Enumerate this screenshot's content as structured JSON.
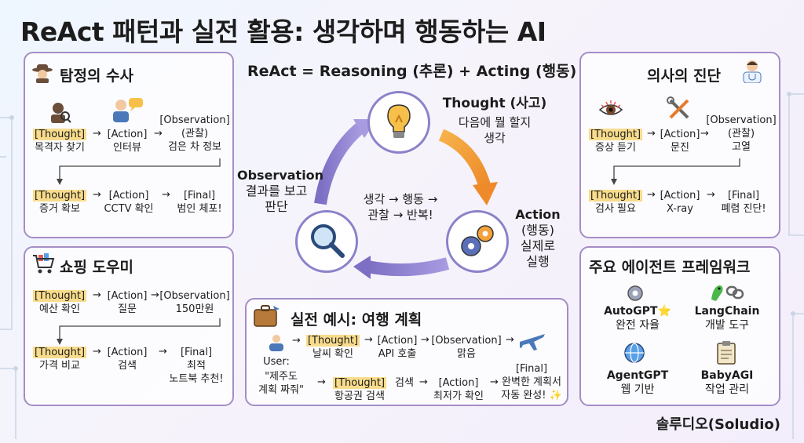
{
  "title": "ReAct 패턴과 실전 활용: 생각하며 행동하는 AI",
  "formula": "ReAct = Reasoning (추론) + Acting (행동)",
  "brand": "솔루디오(Soludio)",
  "arrow": "→",
  "detective": {
    "title": "탐정의 수사",
    "r1": [
      {
        "tag": "[Thought]",
        "text": "목격자 찾기"
      },
      {
        "tag": "[Action]",
        "text": "인터뷰"
      },
      {
        "tag": "[Observation]",
        "tag2": "(관찰)",
        "text": "검은 차 정보"
      }
    ],
    "r2": [
      {
        "tag": "[Thought]",
        "text": "증거 확보"
      },
      {
        "tag": "[Action]",
        "text": "CCTV 확인"
      },
      {
        "tag": "[Final]",
        "text": "범인 체포!"
      }
    ]
  },
  "shopping": {
    "title": "쇼핑 도우미",
    "r1": [
      {
        "tag": "[Thought]",
        "text": "예산 확인"
      },
      {
        "tag": "[Action]",
        "text": "질문"
      },
      {
        "tag": "[Observation]",
        "text": "150만원"
      }
    ],
    "r2": [
      {
        "tag": "[Thought]",
        "text": "가격 비교"
      },
      {
        "tag": "[Action]",
        "text": "검색"
      },
      {
        "tag": "[Final]",
        "text": "최적",
        "text2": "노트북 추천!"
      }
    ]
  },
  "doctor": {
    "title": "의사의 진단",
    "r1": [
      {
        "tag": "[Thought]",
        "text": "증상 듣기"
      },
      {
        "tag": "[Action]",
        "text": "문진"
      },
      {
        "tag": "[Observation]",
        "tag2": "(관찰)",
        "text": "고열"
      }
    ],
    "r2": [
      {
        "tag": "[Thought]",
        "text": "검사 필요"
      },
      {
        "tag": "[Action]",
        "text": "X-ray"
      },
      {
        "tag": "[Final]",
        "text": "폐렴 진단!"
      }
    ]
  },
  "cycle": {
    "thought": [
      "Thought (사고)",
      "다음에 뭘 할지",
      "생각"
    ],
    "action": [
      "Action",
      "(행동)",
      "실제로",
      "실행"
    ],
    "observation": [
      "Observation",
      "결과를 보고",
      "판단"
    ],
    "center": [
      "생각 → 행동 →",
      "관찰 → 반복!"
    ]
  },
  "travel": {
    "title": "실전 예시: 여행 계획",
    "user_label": "User:",
    "user_quote": [
      "\"제주도",
      "계획 짜줘\""
    ],
    "r1": [
      {
        "tag": "[Thought]",
        "text": "날씨 확인"
      },
      {
        "tag": "[Action]",
        "text": "API 호출"
      },
      {
        "tag": "[Observation]",
        "text": "맑음"
      }
    ],
    "r2": [
      {
        "tag": "[Thought]",
        "text": "항공권 검색"
      },
      {
        "tag": "[Action]",
        "text": "최저가 확인"
      },
      {
        "tag": "[Final]",
        "text": "완벽한 계획서",
        "text2": "자동 완성! ✨"
      }
    ],
    "r2_between": "검색"
  },
  "frameworks": {
    "title": "주요 에이전트 프레임워크",
    "items": [
      {
        "name": "AutoGPT⭐",
        "desc": "완전 자율"
      },
      {
        "name": "LangChain",
        "desc": "개발 도구"
      },
      {
        "name": "AgentGPT",
        "desc": "웹 기반"
      },
      {
        "name": "BabyAGI",
        "desc": "작업 관리"
      }
    ]
  },
  "colors": {
    "highlight": "#f8dc8c",
    "panel_border": "#a48dc6",
    "orange": "#f3a13a",
    "purple": "#8a82c9"
  }
}
